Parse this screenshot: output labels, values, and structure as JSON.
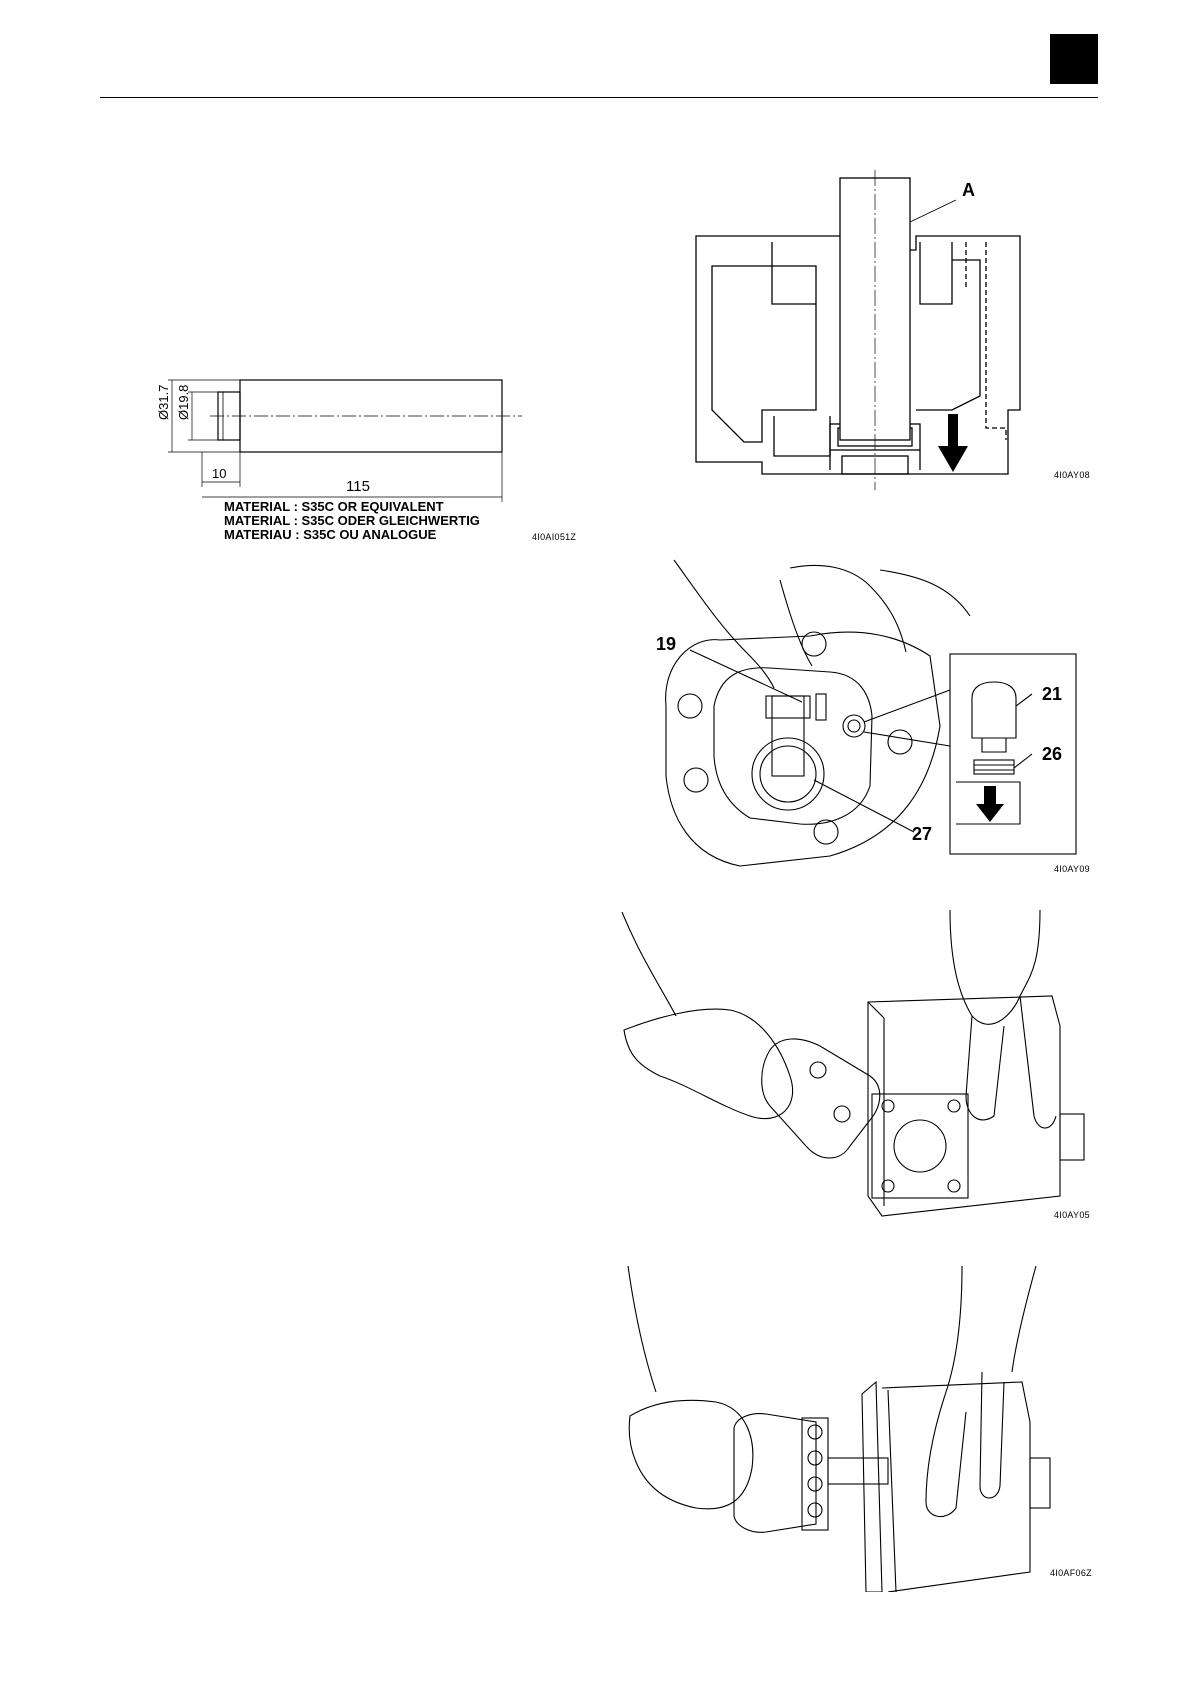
{
  "header": {
    "tab_color": "#000000"
  },
  "tool_drawing": {
    "dia_outer": "Ø31.7",
    "dia_inner": "Ø19.8",
    "len_short": "10",
    "len_total": "115",
    "material_lines": [
      "MATERIAL : S35C OR EQUIVALENT",
      "MATERIAL : S35C ODER GLEICHWERTIG",
      "MATERIAU : S35C OU ANALOGUE"
    ],
    "code": "4I0AI051Z"
  },
  "figure_1": {
    "callout": "A",
    "code": "4I0AY08"
  },
  "figure_2": {
    "callouts": [
      "19",
      "21",
      "26",
      "27"
    ],
    "code": "4I0AY09"
  },
  "figure_3": {
    "code": "4I0AY05"
  },
  "figure_4": {
    "code": "4I0AF06Z"
  }
}
